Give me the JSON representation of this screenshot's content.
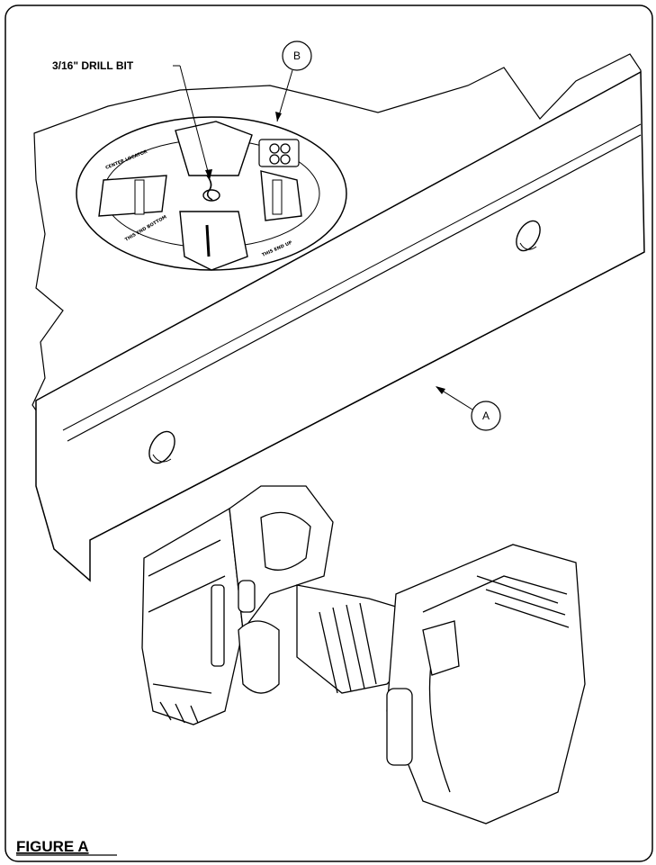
{
  "labels": {
    "drill_bit": "3/16\" DRILL BIT",
    "callout_a": "A",
    "callout_b": "B",
    "figure": "FIGURE A"
  },
  "template_text": {
    "center_location": "CENTER LOCATOR",
    "edge_text_1": "THIS END BOTTOM",
    "edge_text_2": "THIS END UP"
  },
  "colors": {
    "line": "#000000",
    "background": "#ffffff",
    "shade": "#d0d0d0"
  }
}
